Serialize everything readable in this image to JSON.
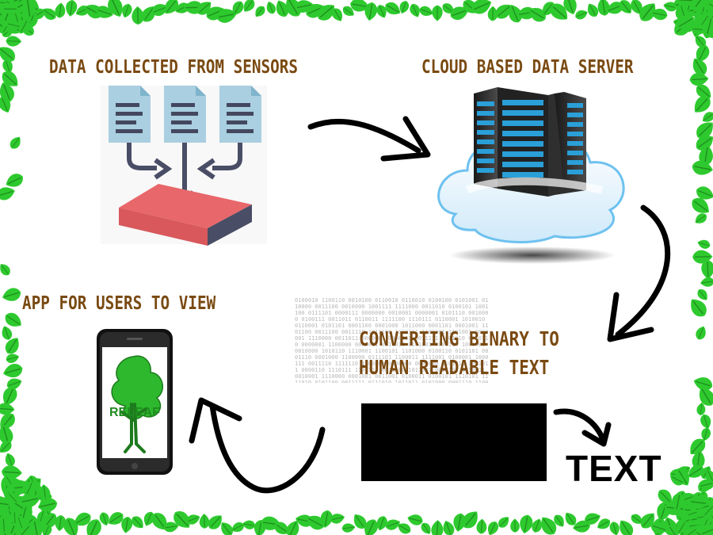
{
  "labels": {
    "sensors": "DATA COLLECTED FROM SENSORS",
    "cloud": "CLOUD BASED DATA SERVER",
    "app": "APP FOR USERS TO VIEW",
    "convert_line1": "CONVERTING BINARY TO",
    "convert_line2": "HUMAN READABLE TEXT",
    "text_output": "TEXT",
    "app_logo": "RELEAF"
  },
  "colors": {
    "label_brown": "#7a4a12",
    "leaf_green": "#2ec92e",
    "doc_blue": "#a9cfe0",
    "tray_red": "#e8676a",
    "server_blue": "#2a9fd8"
  },
  "icons": {
    "documents": "document-icon",
    "server": "server-rack-icon",
    "phone": "smartphone-icon",
    "tree": "tree-icon"
  }
}
